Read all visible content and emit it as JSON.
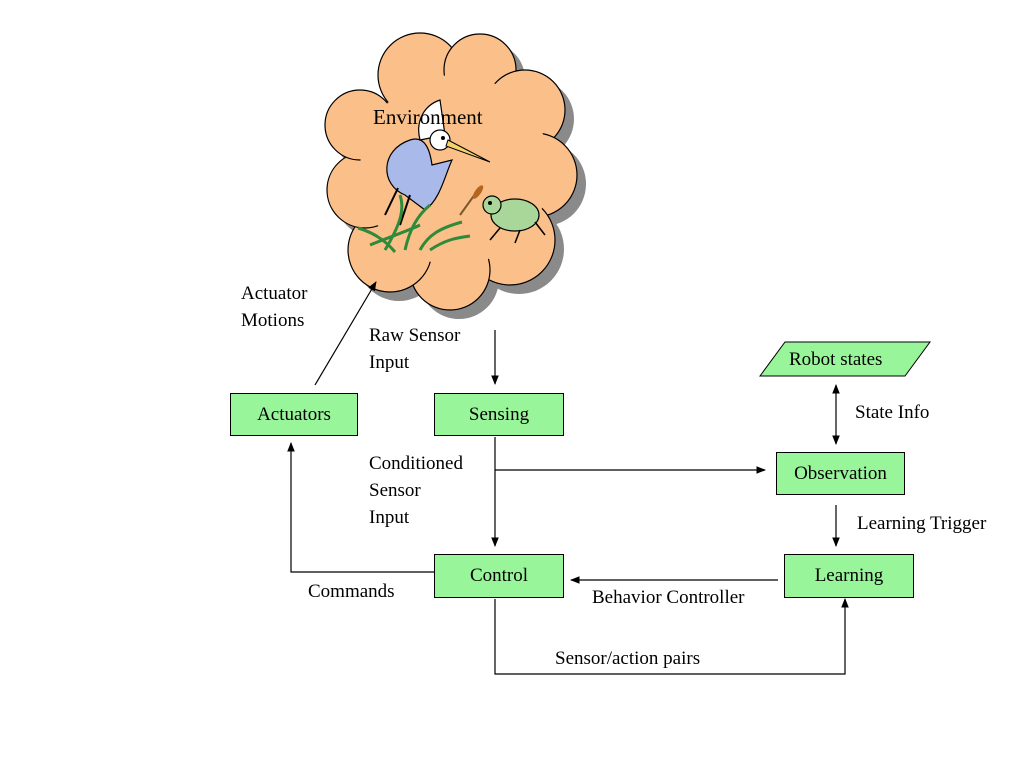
{
  "environment": {
    "label": "Environment"
  },
  "nodes": {
    "actuators": "Actuators",
    "sensing": "Sensing",
    "control": "Control",
    "learning": "Learning",
    "observation": "Observation",
    "robot_states": "Robot states"
  },
  "edge_labels": {
    "actuator_motions": "Actuator\nMotions",
    "raw_sensor_input": "Raw Sensor\nInput",
    "conditioned_sensor_input": "Conditioned\nSensor\nInput",
    "state_info": "State Info",
    "learning_trigger": "Learning Trigger",
    "commands": "Commands",
    "behavior_controller": "Behavior Controller",
    "sensor_action_pairs": "Sensor/action pairs"
  },
  "colors": {
    "node_fill": "#99f59a",
    "cloud_fill": "#fbbf8a",
    "cloud_shadow": "#8a8a8a",
    "edge": "#000000"
  },
  "icons": [
    "heron-illustration",
    "frog-illustration",
    "reeds-illustration"
  ]
}
